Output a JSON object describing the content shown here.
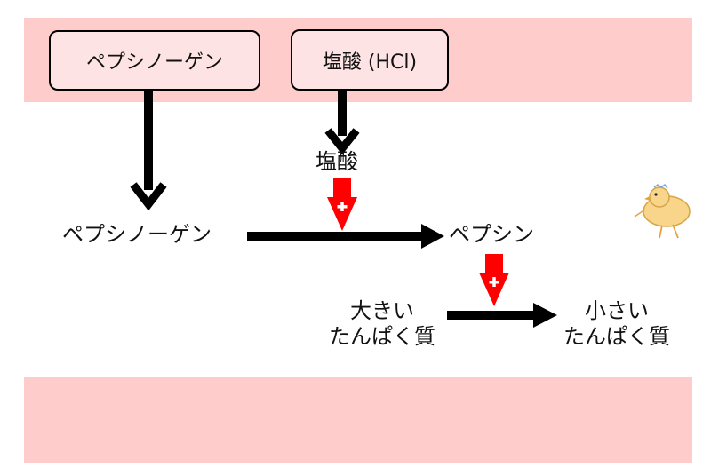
{
  "boxes": {
    "pepsinogen": "ペプシノーゲン",
    "acid": "塩酸 (HCl)"
  },
  "labels": {
    "acid_small": "塩酸",
    "pepsinogen": "ペプシノーゲン",
    "pepsin": "ペプシン",
    "large_protein_line1": "大きい",
    "large_protein_line2": "たんぱく質",
    "small_protein_line1": "小さい",
    "small_protein_line2": "たんぱく質"
  },
  "colors": {
    "band": "#ffcccc",
    "box_fill": "#fde3e3",
    "plus_arrow": "#ff0000",
    "arrow": "#000000"
  },
  "icons": {
    "activation": "plus-arrow-icon",
    "mascot": "chick-icon"
  }
}
